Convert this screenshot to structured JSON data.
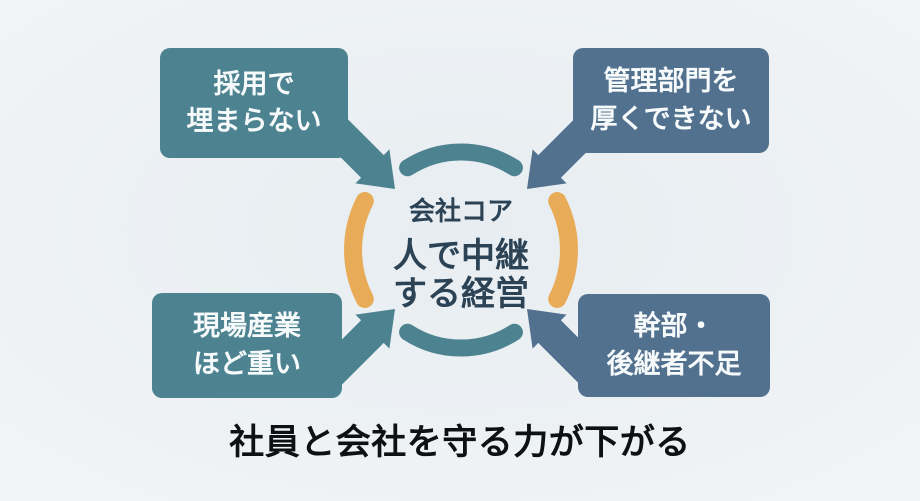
{
  "diagram": {
    "center": {
      "subtitle": "会社コア",
      "title_line1": "人で中継",
      "title_line2": "する経営"
    },
    "boxes": {
      "top_left": {
        "line1": "採用で",
        "line2": "埋まらない"
      },
      "top_right": {
        "line1": "管理部門を",
        "line2": "厚くできない"
      },
      "bottom_left": {
        "line1": "現場産業",
        "line2": "ほど重い"
      },
      "bottom_right": {
        "line1": "幹部・",
        "line2": "後継者不足"
      }
    },
    "footer": "社員と会社を守る力が下がる",
    "colors": {
      "teal": "#4d8391",
      "blue_gray": "#52718f",
      "orange": "#e8ac58",
      "center_text": "#2c4356",
      "footer_text": "#0e1013",
      "background": "#f1f4f6"
    }
  }
}
